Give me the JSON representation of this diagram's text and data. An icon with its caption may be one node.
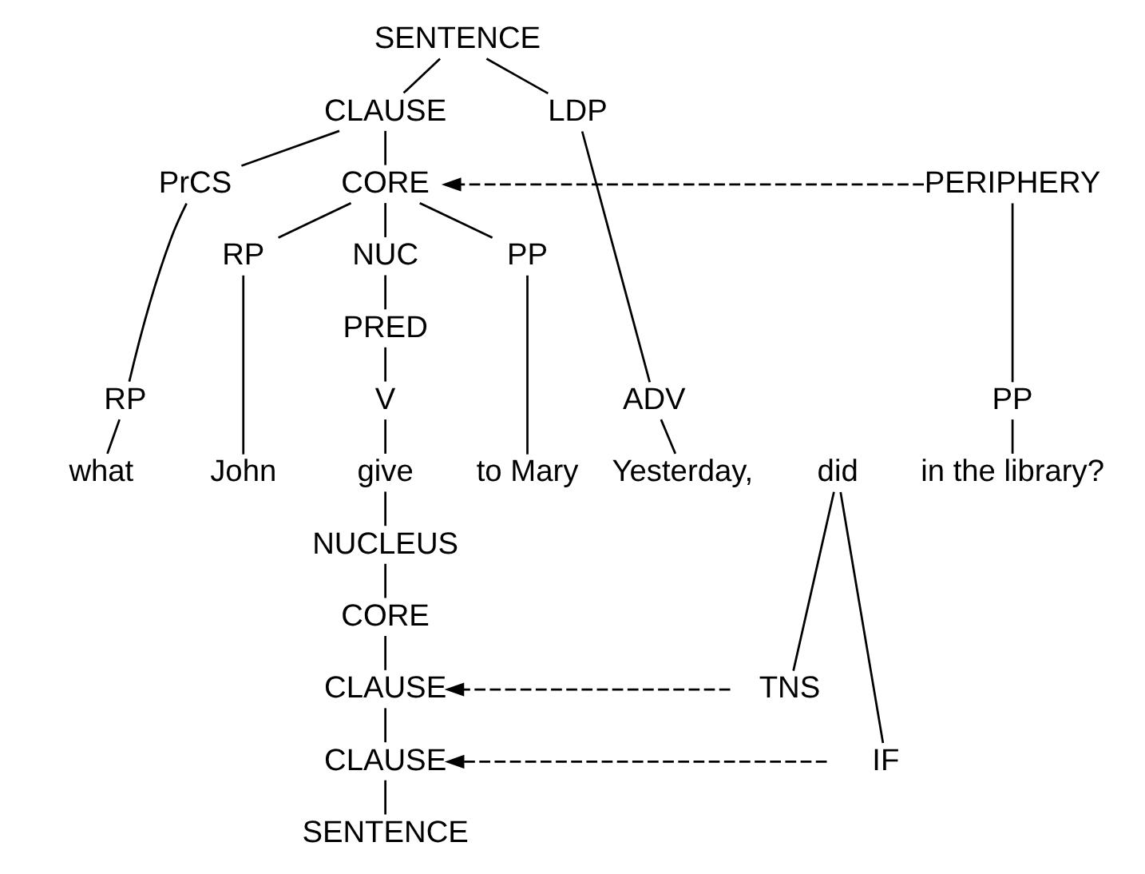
{
  "diagram": {
    "nodes": [
      {
        "text": [
          "SENTENCE"
        ]
      },
      {
        "text": [
          "CLAUSE"
        ]
      },
      {
        "text": [
          "LDP"
        ]
      },
      {
        "text": [
          "PrCS"
        ]
      },
      {
        "text": [
          "CORE"
        ]
      },
      {
        "text": [
          "PERIPHERY"
        ]
      },
      {
        "text": [
          "RP"
        ]
      },
      {
        "text": [
          "NUC"
        ]
      },
      {
        "text": [
          "PP"
        ]
      },
      {
        "text": [
          "PRED"
        ]
      },
      {
        "text": [
          "V"
        ]
      },
      {
        "text": [
          "ADV"
        ]
      },
      {
        "text": [
          "RP"
        ]
      },
      {
        "text": [
          "PP"
        ]
      },
      {
        "text": [
          "Yesterday,"
        ]
      },
      {
        "text": [
          "what"
        ]
      },
      {
        "text": [
          "did"
        ]
      },
      {
        "text": [
          "John"
        ]
      },
      {
        "text": [
          "give"
        ]
      },
      {
        "text": [
          "to Mary"
        ]
      },
      {
        "text": [
          "in the library?"
        ]
      },
      {
        "text": [
          "NUCLEUS"
        ]
      },
      {
        "text": [
          "CORE"
        ]
      },
      {
        "text": [
          "TNS"
        ]
      },
      {
        "text": [
          "CLAUSE"
        ]
      },
      {
        "text": [
          "IF"
        ]
      },
      {
        "text": [
          "CLAUSE"
        ]
      },
      {
        "text": [
          "SENTENCE"
        ]
      }
    ],
    "edges": [
      {
        "from": 0,
        "to": 2,
        "arrow": "none"
      },
      {
        "from": 0,
        "to": 1,
        "arrow": "none"
      },
      {
        "from": 1,
        "to": 3,
        "arrow": "none"
      },
      {
        "from": 1,
        "to": 4,
        "arrow": "none"
      },
      {
        "from": 5,
        "to": 4,
        "arrow": "to",
        "style": "dashed"
      },
      {
        "from": 4,
        "to": 6,
        "arrow": "none"
      },
      {
        "from": 4,
        "to": 7,
        "arrow": "none"
      },
      {
        "from": 4,
        "to": 8,
        "arrow": "none"
      },
      {
        "from": 7,
        "to": 9,
        "arrow": "none"
      },
      {
        "from": 9,
        "to": 10,
        "arrow": "none"
      },
      {
        "from": 2,
        "to": 11,
        "arrow": "none"
      },
      {
        "from": 3,
        "to": 12,
        "arrow": "none"
      },
      {
        "from": 5,
        "to": 13,
        "arrow": "none"
      },
      {
        "from": 11,
        "to": 14,
        "arrow": "none"
      },
      {
        "from": 12,
        "to": 15,
        "arrow": "none"
      },
      {
        "from": 6,
        "to": 17,
        "arrow": "none"
      },
      {
        "from": 10,
        "to": 18,
        "arrow": "none"
      },
      {
        "from": 8,
        "to": 19,
        "arrow": "none"
      },
      {
        "from": 13,
        "to": 20,
        "arrow": "none"
      },
      {
        "from": 18,
        "to": 21,
        "arrow": "none"
      },
      {
        "from": 21,
        "to": 22,
        "arrow": "none"
      },
      {
        "from": 22,
        "to": 24,
        "arrow": "none"
      },
      {
        "from": 24,
        "to": 26,
        "arrow": "none"
      },
      {
        "from": 26,
        "to": 27,
        "arrow": "none"
      },
      {
        "from": 16,
        "to": 23,
        "arrow": "none"
      },
      {
        "from": 16,
        "to": 25,
        "arrow": "none"
      },
      {
        "from": 23,
        "to": 24,
        "arrow": "to",
        "style": "dashed"
      },
      {
        "from": 25,
        "to": 26,
        "arrow": "to",
        "style": "dashed"
      }
    ]
  }
}
